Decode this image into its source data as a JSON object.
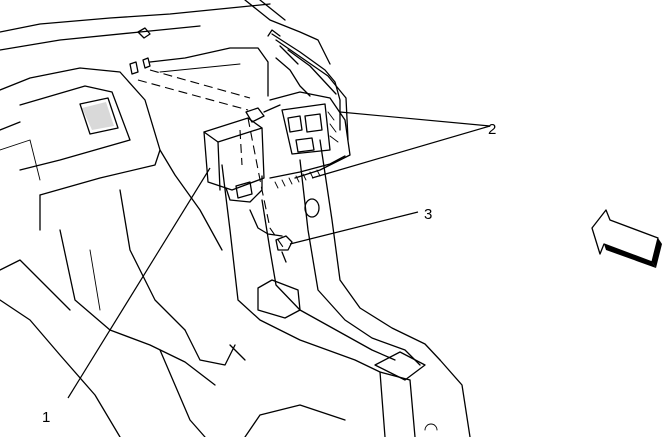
{
  "callouts": [
    {
      "label": "1"
    },
    {
      "label": "2"
    },
    {
      "label": "3"
    }
  ],
  "icons": {
    "direction_arrow": "direction-arrow-icon"
  },
  "colors": {
    "line": "#000000",
    "background": "#ffffff"
  }
}
